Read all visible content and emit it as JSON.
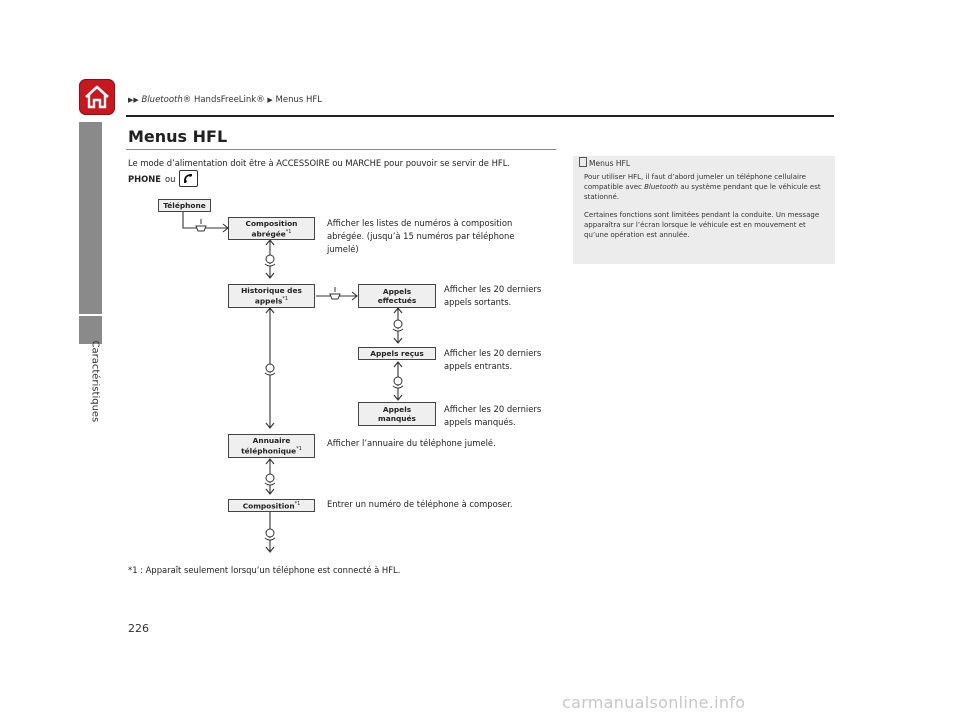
{
  "breadcrumb": {
    "part1": "Bluetooth",
    "part2": "® HandsFreeLink®",
    "part3": "Menus HFL"
  },
  "side_tab_label": "Caractéristiques",
  "title": "Menus HFL",
  "intro": {
    "line1": "Le mode d’alimentation doit être à ACCESSOIRE ou MARCHE pour pouvoir se servir de HFL.",
    "phone_label": "PHONE",
    "or_text": "ou"
  },
  "note": {
    "heading": "Menus HFL",
    "para1_a": "Pour utiliser HFL, il faut d’abord jumeler un téléphone cellulaire compatible avec ",
    "para1_italic": "Bluetooth",
    "para1_b": " au système pendant que le véhicule est stationné.",
    "para2": "Certaines fonctions sont limitées pendant la conduite. Un message apparaîtra sur l’écran lorsque le véhicule est en mouvement et qu’une opération est annulée."
  },
  "menu": {
    "telephone": "Téléphone",
    "composition_abregee_1": "Composition",
    "composition_abregee_2": "abrégée",
    "historique_1": "Historique des",
    "historique_2": "appels",
    "annuaire_1": "Annuaire",
    "annuaire_2": "téléphonique",
    "composition": "Composition",
    "appels_effectues_1": "Appels",
    "appels_effectues_2": "effectués",
    "appels_recus": "Appels reçus",
    "appels_manques_1": "Appels",
    "appels_manques_2": "manqués",
    "footnote_mark": "*1"
  },
  "descriptions": {
    "composition_abregee_1": "Afficher les listes de numéros à composition",
    "composition_abregee_2": "abrégée. (jusqu’à 15 numéros par téléphone",
    "composition_abregee_3": "jumelé)",
    "appels_effectues_1": "Afficher les 20 derniers",
    "appels_effectues_2": "appels sortants.",
    "appels_recus_1": "Afficher les 20 derniers",
    "appels_recus_2": "appels entrants.",
    "appels_manques_1": "Afficher les 20 derniers",
    "appels_manques_2": "appels manqués.",
    "annuaire": "Afficher l’annuaire du téléphone jumelé.",
    "composition": "Entrer un numéro de téléphone à composer."
  },
  "footnote": "*1 : Apparaît seulement lorsqu’un téléphone est connecté à HFL.",
  "page_number": "226",
  "watermark": "carmanualsonline.info",
  "colors": {
    "home_red": "#c8171e",
    "tab_gray": "#8a8a8a",
    "note_bg": "#ececec",
    "box_bg": "#efefef"
  },
  "icons": [
    "home-icon",
    "phone-icon",
    "knob-push-icon",
    "knob-rotate-icon",
    "note-icon"
  ]
}
